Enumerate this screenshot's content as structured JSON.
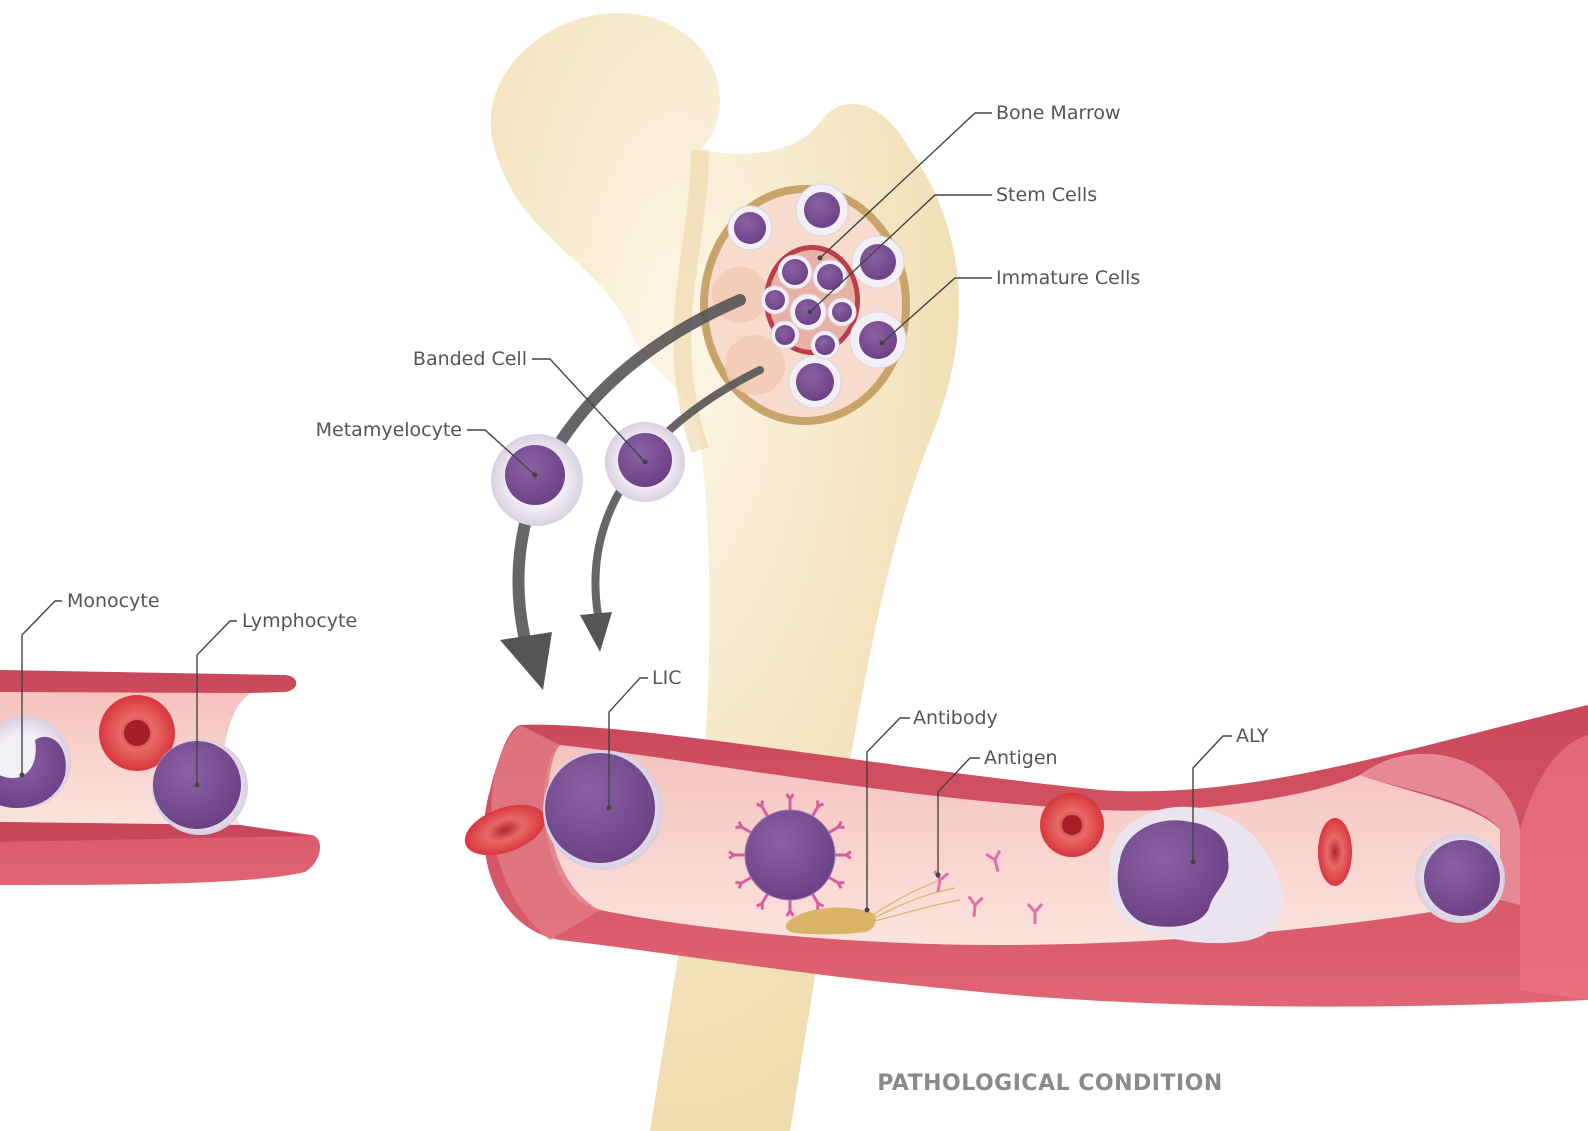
{
  "labels": {
    "bone_marrow": "Bone Marrow",
    "stem_cells": "Stem Cells",
    "immature_cells": "Immature Cells",
    "banded_cell": "Banded Cell",
    "metamyelocyte": "Metamyelocyte",
    "monocyte": "Monocyte",
    "lymphocyte": "Lymphocyte",
    "lic": "LIC",
    "antibody": "Antibody",
    "antigen": "Antigen",
    "aly": "ALY"
  },
  "caption": "PATHOLOGICAL CONDITION",
  "colors": {
    "bone": "#f6e6c4",
    "bone_shade": "#ecd6a6",
    "marrow_ring": "#c9a46a",
    "marrow_fill": "#f7d9c8",
    "vessel_wall": "#d45464",
    "vessel_inner": "#f9d3cc",
    "cell_nucleus": "#7a4f92",
    "cell_halo": "#e8e2ee",
    "rbc": "#e0474c",
    "arrow": "#555555",
    "caption": "#8a8a8a"
  },
  "icons": [
    "down-arrow-icon",
    "down-arrow-icon"
  ]
}
